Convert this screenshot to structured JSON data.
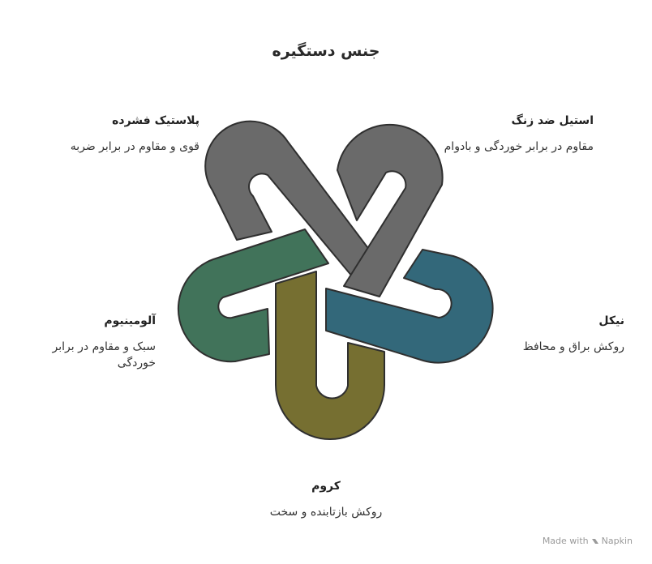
{
  "title": "جنس دستگیره",
  "items": [
    {
      "key": "steel",
      "title": "استیل ضد زنگ",
      "desc": "مقاوم در برابر خوردگی و بادوام",
      "color": "#6a6a6a"
    },
    {
      "key": "nickel",
      "title": "نیکل",
      "desc": "روکش براق و محافظ",
      "color": "#33687a"
    },
    {
      "key": "chrome",
      "title": "کروم",
      "desc": "روکش بازتابنده و سخت",
      "color": "#766f31"
    },
    {
      "key": "alu",
      "title": "آلومینیوم",
      "desc": "سبک و مقاوم در برابر خوردگی",
      "color": "#41735a"
    },
    {
      "key": "plastic",
      "title": "پلاستیک فشرده",
      "desc": "قوی و مقاوم در برابر ضربه",
      "color": "#6a6a6a"
    }
  ],
  "footer": {
    "made_with": "Made with",
    "brand": "Napkin",
    "icon": "napkin-icon"
  }
}
